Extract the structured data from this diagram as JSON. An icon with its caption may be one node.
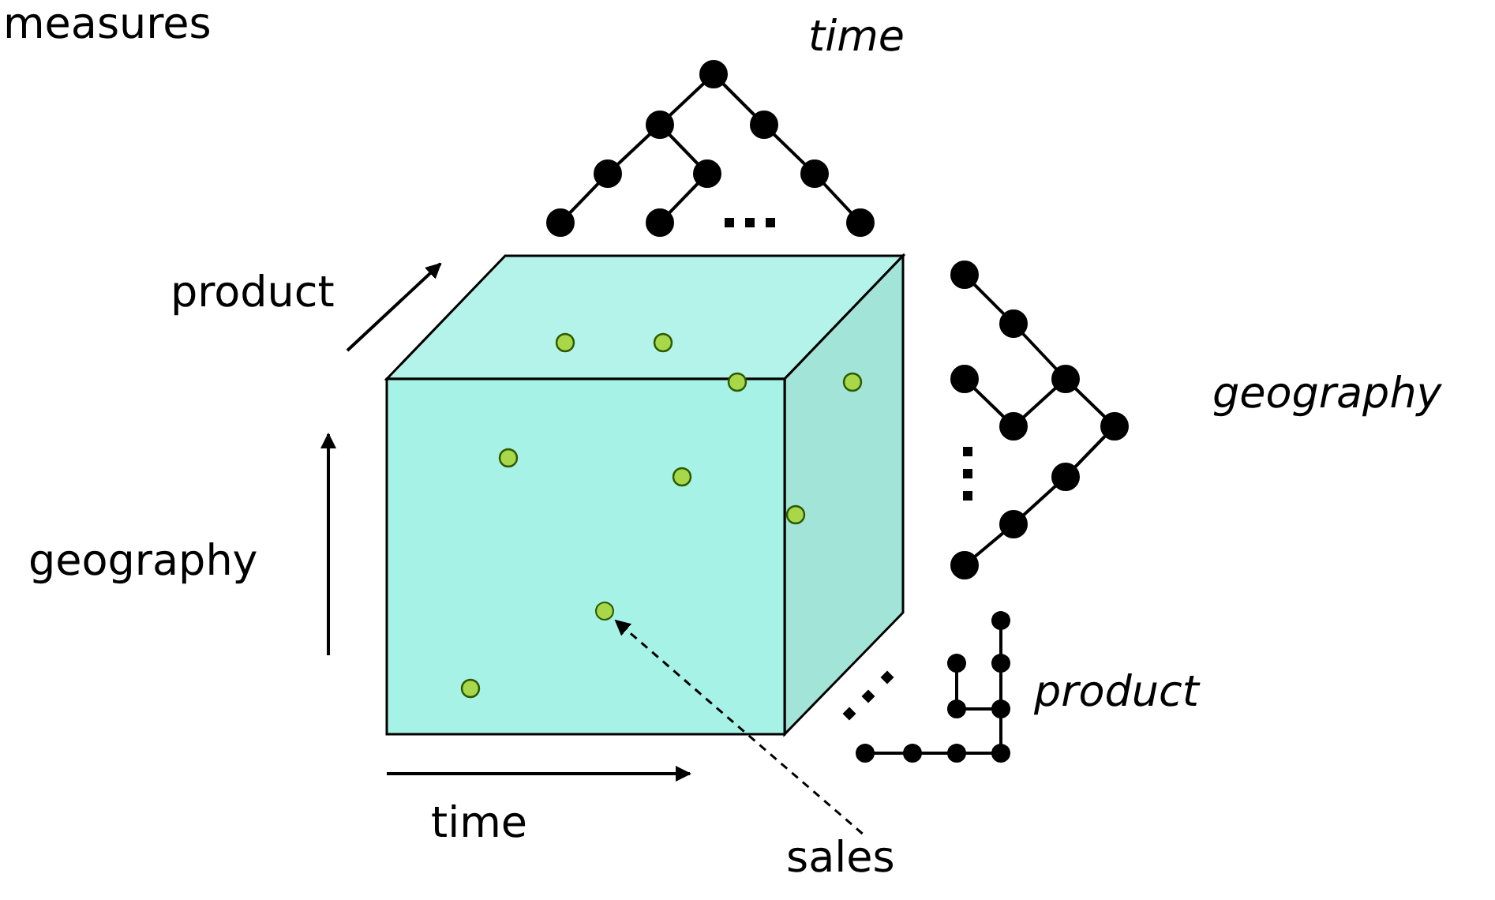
{
  "diagram": {
    "nodes": [
      {
        "text": [
          "sales"
        ]
      },
      {
        "text": [],
        "shape": "circle"
      }
    ],
    "edges": [
      {
        "from": 0,
        "to": 1,
        "arrow": "to",
        "style": "dashed"
      }
    ],
    "labels": [
      "measures",
      "time",
      "product",
      "geography",
      "geography",
      "product",
      "time"
    ]
  }
}
